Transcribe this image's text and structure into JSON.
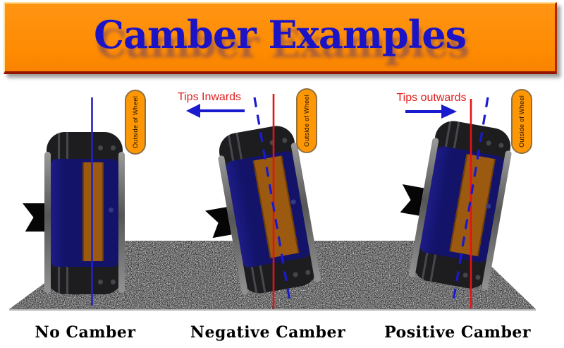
{
  "header": {
    "title": "Camber Examples"
  },
  "wheels": [
    {
      "id": "no-camber",
      "label": "No Camber",
      "outside_label": "Outside of Wheel",
      "camber_deg": 0,
      "axis_line": "solid-blue-vertical"
    },
    {
      "id": "negative-camber",
      "label": "Negative Camber",
      "outside_label": "Outside of Wheel",
      "camber_deg": -10,
      "annotation": "Tips Inwards",
      "arrow_direction": "left",
      "axis_line": "dashed-blue-tilted-left",
      "reference_line": "solid-red-vertical"
    },
    {
      "id": "positive-camber",
      "label": "Positive Camber",
      "outside_label": "Outside of Wheel",
      "camber_deg": 10,
      "annotation": "Tips outwards",
      "arrow_direction": "right",
      "axis_line": "dashed-blue-tilted-right",
      "reference_line": "solid-red-vertical"
    }
  ],
  "colors": {
    "banner_bg": "#ff8c05",
    "banner_title": "#1b13c6",
    "annotation_text": "#e02020",
    "arrow_blue": "#1a1ace",
    "vertical_reference_red": "#e51313",
    "wheel_axis_blue": "#2222c0",
    "tire_black": "#1d1d1f",
    "rim_blue": "#14146b",
    "hub_orange": "#9c5a10",
    "sidewall_gray": "#8e8e8e",
    "road_dark": "#252525",
    "outside_pill_bg": "#ff9705"
  }
}
